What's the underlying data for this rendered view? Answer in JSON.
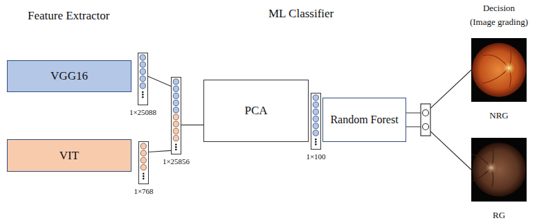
{
  "diagram": {
    "nodes": [
      {
        "text": [
          "VGG16"
        ]
      },
      {
        "text": [
          "1×25088"
        ]
      },
      {
        "text": [
          "VIT"
        ]
      },
      {
        "text": [
          "1×768"
        ]
      },
      {
        "text": [
          "1×25856"
        ]
      },
      {
        "text": [
          "PCA"
        ]
      },
      {
        "text": [
          "1×100"
        ]
      },
      {
        "text": [
          "Random Forest"
        ]
      },
      {
        "text": [
          "NRG"
        ]
      },
      {
        "text": [
          "RG"
        ]
      }
    ],
    "edges": [
      {
        "from": 1,
        "to": 4,
        "arrow": "none"
      },
      {
        "from": 3,
        "to": 4,
        "arrow": "none"
      },
      {
        "from": 4,
        "to": 5,
        "arrow": "none"
      },
      {
        "from": 7,
        "to": 8,
        "arrow": "none"
      },
      {
        "from": 7,
        "to": 9,
        "arrow": "none"
      }
    ],
    "labels": [
      "Feature Extractor",
      "ML Classifier",
      "Decision",
      "(Image grading)"
    ]
  }
}
